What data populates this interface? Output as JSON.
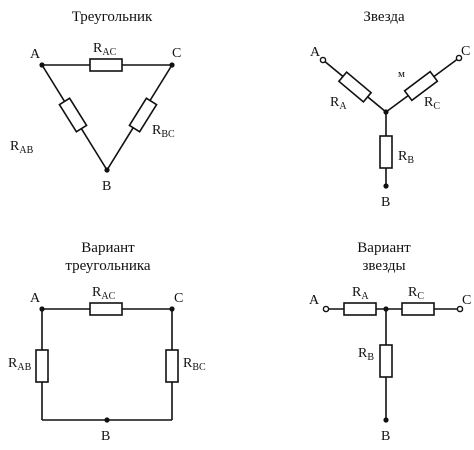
{
  "triangle": {
    "title": "Треугольник",
    "node_a": "A",
    "node_b": "B",
    "node_c": "C",
    "r_ac": "R",
    "r_ac_sub": "AC",
    "r_bc": "R",
    "r_bc_sub": "BC",
    "r_ab": "R",
    "r_ab_sub": "AB"
  },
  "star": {
    "title": "Звезда",
    "node_a": "A",
    "node_b": "B",
    "node_c": "C",
    "node_m": "м",
    "r_a": "R",
    "r_a_sub": "A",
    "r_b": "R",
    "r_b_sub": "B",
    "r_c": "R",
    "r_c_sub": "C"
  },
  "triangle_variant": {
    "title_line1": "Вариант",
    "title_line2": "треугольника",
    "node_a": "A",
    "node_b": "B",
    "node_c": "C",
    "r_ac": "R",
    "r_ac_sub": "AC",
    "r_ab": "R",
    "r_ab_sub": "AB",
    "r_bc": "R",
    "r_bc_sub": "BC"
  },
  "star_variant": {
    "title_line1": "Вариант",
    "title_line2": "звезды",
    "node_a": "A",
    "node_b": "B",
    "node_c": "C",
    "r_a": "R",
    "r_a_sub": "A",
    "r_b": "R",
    "r_b_sub": "B",
    "r_c": "R",
    "r_c_sub": "C"
  }
}
